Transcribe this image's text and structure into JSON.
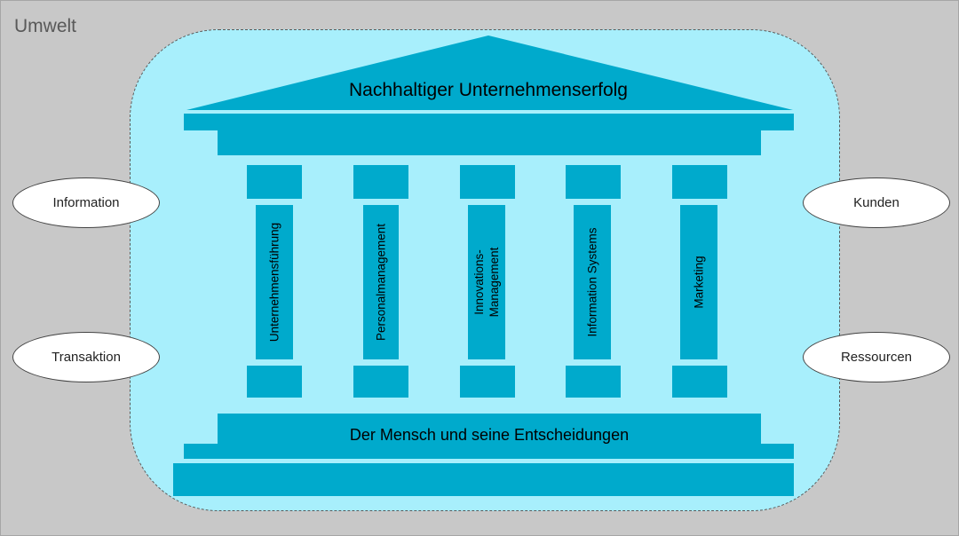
{
  "environment_label": "Umwelt",
  "roof": {
    "title": "Nachhaltiger Unternehmenserfolg"
  },
  "foundation": {
    "title": "Der Mensch und seine Entscheidungen"
  },
  "pillars": [
    {
      "label": "Unternehmensführung"
    },
    {
      "label": "Personalmanagement"
    },
    {
      "label": "Innovations-\nManagement"
    },
    {
      "label": "Information Systems"
    },
    {
      "label": "Marketing"
    }
  ],
  "left_bubbles": [
    {
      "label": "Information"
    },
    {
      "label": "Transaktion"
    }
  ],
  "right_bubbles": [
    {
      "label": "Kunden"
    },
    {
      "label": "Ressourcen"
    }
  ],
  "colors": {
    "background": "#c8c8c8",
    "zone_fill": "#a8effc",
    "structure": "#00aacc",
    "bubble_fill": "#ffffff"
  }
}
